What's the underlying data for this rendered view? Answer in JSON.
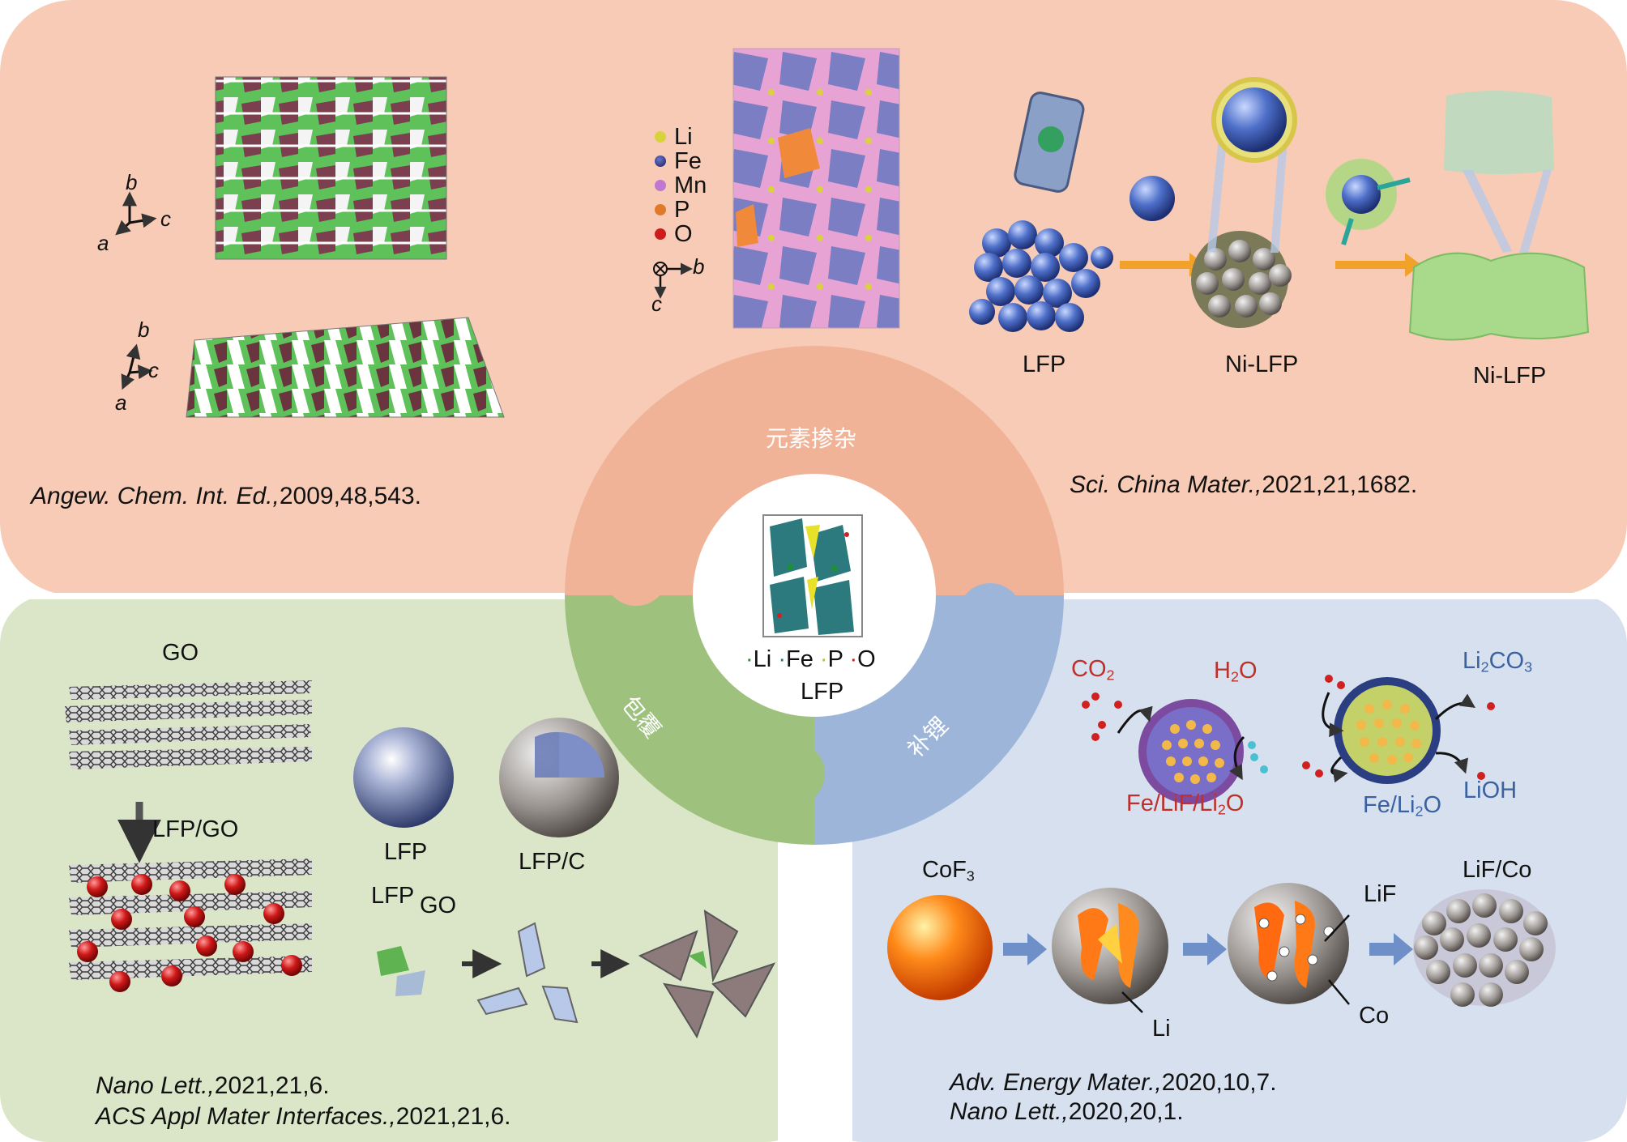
{
  "colors": {
    "top_panel": "#f7cbb5",
    "left_panel": "#dbe6c9",
    "right_panel": "#d6e0ee",
    "ring_top": "#f1b397",
    "ring_green": "#9ec17e",
    "ring_blue": "#9db5d8",
    "reference_red": "#c0302a",
    "reference_blue": "#3b62a0"
  },
  "center": {
    "legend": [
      "Li",
      "Fe",
      "P",
      "O"
    ],
    "label": "LFP"
  },
  "ring": {
    "top": "元素掺杂",
    "left": "包覆",
    "right": "补锂"
  },
  "top_left": {
    "axis1": {
      "b": "b",
      "a": "a",
      "c": "c"
    },
    "axis2": {
      "b": "b",
      "a": "a",
      "c": "c"
    },
    "citation_journal": "Angew. Chem. Int. Ed.,",
    "citation_rest": "2009,48,543."
  },
  "top_mid": {
    "legend": [
      "Li",
      "Fe",
      "Mn",
      "P",
      "O"
    ],
    "axis_b": "b",
    "axis_c": "c"
  },
  "top_right": {
    "labels": [
      "LFP",
      "Ni-LFP",
      "Ni-LFP"
    ],
    "citation_journal": "Sci. China Mater.,",
    "citation_rest": "2021,21,1682."
  },
  "bottom_left": {
    "go_label": "GO",
    "lfp_go_label": "LFP/GO",
    "lfp_label": "LFP",
    "lfpc_label": "LFP/C",
    "small_lfp": "LFP",
    "small_go": "GO",
    "citation1_journal": "Nano Lett.,",
    "citation1_rest": "2021,21,6.",
    "citation2_journal": "ACS Appl Mater Interfaces.,",
    "citation2_rest": "2021,21,6."
  },
  "bottom_right": {
    "co2": {
      "main": "CO",
      "sub": "2"
    },
    "h2o": {
      "main": "H",
      "sub": "2",
      "tail": "O"
    },
    "fe_lif": {
      "main": "Fe/LiF/Li",
      "sub": "2",
      "tail": "O"
    },
    "li2co3": {
      "main": "Li",
      "sub": "2",
      "tail": "CO",
      "sub2": "3"
    },
    "lioh": "LiOH",
    "fe_li2o": {
      "main": "Fe/Li",
      "sub": "2",
      "tail": "O"
    },
    "cof3": {
      "main": "CoF",
      "sub": "3"
    },
    "lif_co": "LiF/Co",
    "lif": "LiF",
    "li": "Li",
    "co": "Co",
    "citation1_journal": "Adv. Energy Mater.,",
    "citation1_rest": "2020,10,7.",
    "citation2_journal": "Nano Lett.,",
    "citation2_rest": "2020,20,1."
  }
}
